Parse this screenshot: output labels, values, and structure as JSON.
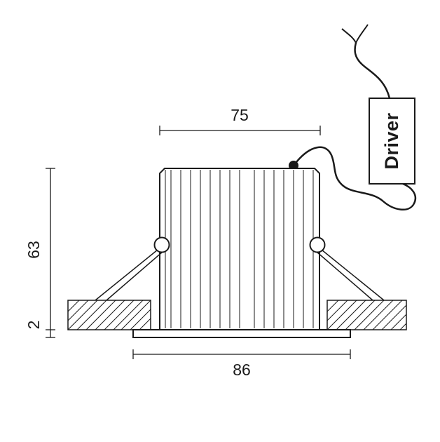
{
  "labels": {
    "dim_top_width": "75",
    "dim_height": "63",
    "dim_flange_thickness": "2",
    "dim_bottom_width": "86",
    "driver": "Driver"
  },
  "colors": {
    "line": "#1a1a1a",
    "background": "#ffffff"
  }
}
